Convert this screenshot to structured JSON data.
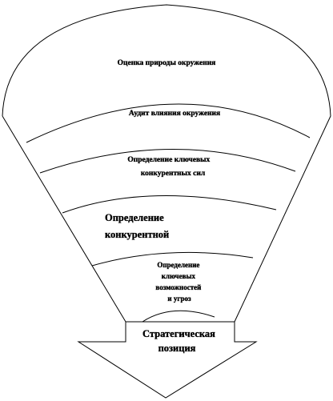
{
  "layers": [
    {
      "lines": [
        "Оценка природы окружения"
      ]
    },
    {
      "lines": [
        "Аудит влияния окружения"
      ]
    },
    {
      "lines": [
        "Определение ключевых",
        "конкурентных  сил"
      ]
    },
    {
      "lines": [
        "Определение",
        "конкурентной"
      ]
    },
    {
      "lines": [
        "Определение",
        "ключевых",
        "возможностей",
        "и угроз"
      ]
    }
  ],
  "arrow": {
    "lines": [
      "Стратегическая",
      "позиция"
    ]
  },
  "colors": {
    "stroke": "#000000",
    "background": "#ffffff"
  }
}
